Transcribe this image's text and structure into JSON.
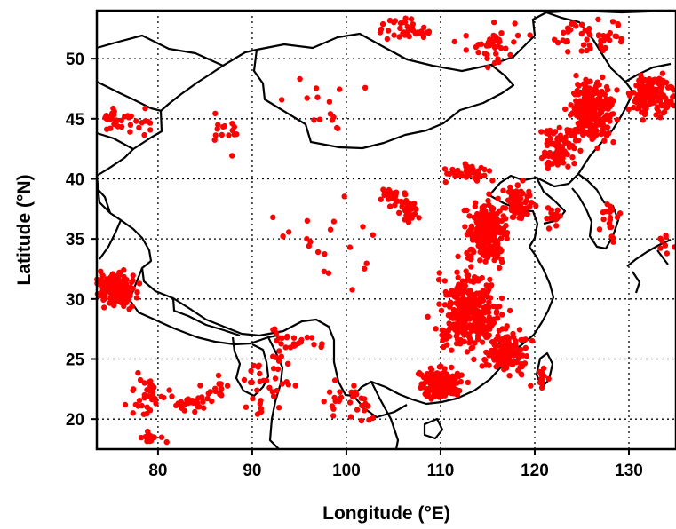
{
  "chart_data": {
    "type": "scatter",
    "xlabel": "Longitude (°E)",
    "ylabel": "Latitude (°N)",
    "xlim": [
      73.5,
      135
    ],
    "ylim": [
      17.5,
      54
    ],
    "x_ticks": [
      "80",
      "90",
      "100",
      "110",
      "120",
      "130"
    ],
    "y_ticks": [
      "20",
      "25",
      "30",
      "35",
      "40",
      "45",
      "50"
    ],
    "grid": true,
    "grid_style": "dotted",
    "marker_color": "#ff0000",
    "boundary_color": "#000000",
    "series": [
      {
        "name": "",
        "clusters": [
          {
            "lon": 75.5,
            "lat": 30.8,
            "spread_lon": 2.2,
            "spread_lat": 1.3,
            "n": 160
          },
          {
            "lon": 126.0,
            "lat": 45.5,
            "spread_lon": 2.2,
            "spread_lat": 2.4,
            "n": 260
          },
          {
            "lon": 132.5,
            "lat": 47.0,
            "spread_lon": 2.0,
            "spread_lat": 1.8,
            "n": 160
          },
          {
            "lon": 122.5,
            "lat": 42.5,
            "spread_lon": 1.8,
            "spread_lat": 1.8,
            "n": 90
          },
          {
            "lon": 115.0,
            "lat": 35.5,
            "spread_lon": 2.0,
            "spread_lat": 2.2,
            "n": 240
          },
          {
            "lon": 118.0,
            "lat": 38.0,
            "spread_lon": 1.5,
            "spread_lat": 1.5,
            "n": 80
          },
          {
            "lon": 113.0,
            "lat": 29.0,
            "spread_lon": 3.2,
            "spread_lat": 3.2,
            "n": 320
          },
          {
            "lon": 110.0,
            "lat": 23.0,
            "spread_lon": 2.2,
            "spread_lat": 1.2,
            "n": 170
          },
          {
            "lon": 117.0,
            "lat": 25.5,
            "spread_lon": 2.2,
            "spread_lat": 1.8,
            "n": 120
          },
          {
            "lon": 104.8,
            "lat": 38.5,
            "spread_lon": 1.0,
            "spread_lat": 0.7,
            "n": 25
          },
          {
            "lon": 106.5,
            "lat": 37.5,
            "spread_lon": 0.8,
            "spread_lat": 1.2,
            "n": 30
          },
          {
            "lon": 113.0,
            "lat": 40.5,
            "spread_lon": 2.5,
            "spread_lat": 0.7,
            "n": 40
          },
          {
            "lon": 106.5,
            "lat": 52.5,
            "spread_lon": 2.5,
            "spread_lat": 0.9,
            "n": 40
          },
          {
            "lon": 115.5,
            "lat": 51.0,
            "spread_lon": 3.0,
            "spread_lat": 1.5,
            "n": 40
          },
          {
            "lon": 126.0,
            "lat": 52.0,
            "spread_lon": 4.0,
            "spread_lat": 1.5,
            "n": 50
          },
          {
            "lon": 79.0,
            "lat": 22.0,
            "spread_lon": 2.5,
            "spread_lat": 2.0,
            "n": 35
          },
          {
            "lon": 83.5,
            "lat": 21.3,
            "spread_lon": 2.0,
            "spread_lat": 0.8,
            "n": 25
          },
          {
            "lon": 79.5,
            "lat": 18.5,
            "spread_lon": 1.5,
            "spread_lat": 0.6,
            "n": 15
          },
          {
            "lon": 86.0,
            "lat": 22.5,
            "spread_lon": 1.5,
            "spread_lat": 1.0,
            "n": 15
          },
          {
            "lon": 91.5,
            "lat": 23.0,
            "spread_lon": 2.5,
            "spread_lat": 2.5,
            "n": 35
          },
          {
            "lon": 94.5,
            "lat": 26.5,
            "spread_lon": 2.5,
            "spread_lat": 1.0,
            "n": 25
          },
          {
            "lon": 100.5,
            "lat": 21.5,
            "spread_lon": 3.0,
            "spread_lat": 2.0,
            "n": 30
          },
          {
            "lon": 77.5,
            "lat": 45.0,
            "spread_lon": 3.0,
            "spread_lat": 1.5,
            "n": 20
          },
          {
            "lon": 75.0,
            "lat": 45.0,
            "spread_lon": 0.8,
            "spread_lat": 0.8,
            "n": 15
          },
          {
            "lon": 87.0,
            "lat": 44.0,
            "spread_lon": 2.0,
            "spread_lat": 1.5,
            "n": 15
          },
          {
            "lon": 99.0,
            "lat": 46.0,
            "spread_lon": 5.0,
            "spread_lat": 3.0,
            "n": 15
          },
          {
            "lon": 98.0,
            "lat": 34.0,
            "spread_lon": 6.0,
            "spread_lat": 4.0,
            "n": 20
          },
          {
            "lon": 122.0,
            "lat": 37.0,
            "spread_lon": 1.0,
            "spread_lat": 1.0,
            "n": 15
          },
          {
            "lon": 128.0,
            "lat": 36.5,
            "spread_lon": 1.0,
            "spread_lat": 1.5,
            "n": 20
          },
          {
            "lon": 121.0,
            "lat": 23.8,
            "spread_lon": 0.4,
            "spread_lat": 1.0,
            "n": 12
          },
          {
            "lon": 134.0,
            "lat": 34.5,
            "spread_lon": 1.0,
            "spread_lat": 1.0,
            "n": 8
          }
        ]
      }
    ]
  }
}
